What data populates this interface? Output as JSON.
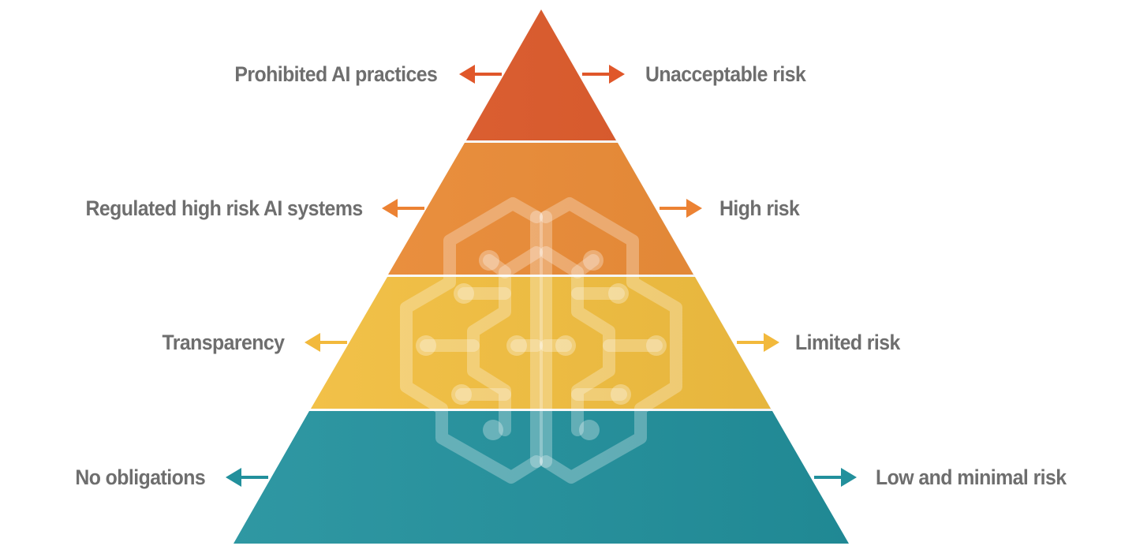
{
  "tiers": [
    {
      "left_label": "Prohibited AI practices",
      "right_label": "Unacceptable risk",
      "color": "#de5a2a",
      "arrow_color": "#e0572a"
    },
    {
      "left_label": "Regulated high risk AI systems",
      "right_label": "High risk",
      "color": "#ec8c36",
      "arrow_color": "#ec8233"
    },
    {
      "left_label": "Transparency",
      "right_label": "Limited risk",
      "color": "#f3bf3f",
      "arrow_color": "#f2b93c"
    },
    {
      "left_label": "No obligations",
      "right_label": "Low and minimal risk",
      "color": "#22919d",
      "arrow_color": "#22909c"
    }
  ],
  "icon": "circuit-brain-icon"
}
